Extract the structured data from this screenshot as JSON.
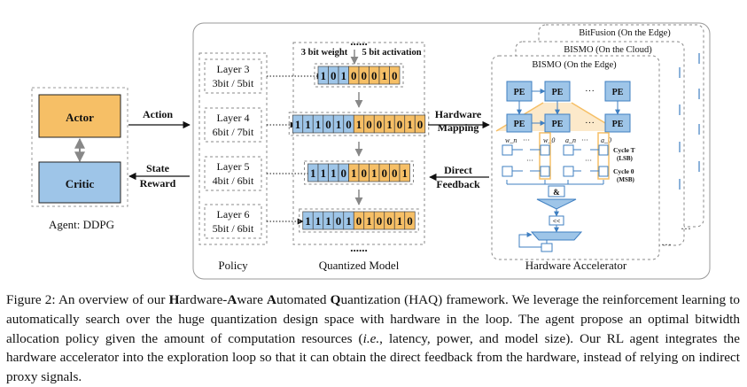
{
  "agent": {
    "actor": "Actor",
    "critic": "Critic",
    "label": "Agent: DDPG",
    "colors": {
      "actor": "#f6bf66",
      "critic": "#9ec5e8"
    }
  },
  "arrows": {
    "action": "Action",
    "state": "State",
    "reward": "Reward",
    "hardware_mapping_1": "Hardware",
    "hardware_mapping_2": "Mapping",
    "direct_feedback_1": "Direct",
    "direct_feedback_2": "Feedback"
  },
  "policy": {
    "title": "Policy",
    "layers": [
      {
        "name": "Layer 3",
        "bits": "3bit / 5bit"
      },
      {
        "name": "Layer 4",
        "bits": "6bit / 7bit"
      },
      {
        "name": "Layer 5",
        "bits": "4bit / 6bit"
      },
      {
        "name": "Layer 6",
        "bits": "5bit / 6bit"
      }
    ]
  },
  "model": {
    "title": "Quantized Model",
    "weight_label": "3 bit weight",
    "activation_label": "5 bit activation",
    "ellipsis": "......",
    "rows": [
      {
        "weight_bits": "101",
        "activation_bits": "00010"
      },
      {
        "weight_bits": "111010",
        "activation_bits": "1001010"
      },
      {
        "weight_bits": "1110",
        "activation_bits": "101001"
      },
      {
        "weight_bits": "11101",
        "activation_bits": "010010"
      }
    ],
    "colors": {
      "weight": "#9ec5e8",
      "activation": "#f6bf66"
    }
  },
  "hardware": {
    "title": "Hardware Accelerator",
    "cards": [
      "BitFusion (On the Edge)",
      "BISMO (On the Cloud)",
      "BISMO (On the Edge)"
    ],
    "pe_label": "PE",
    "dots": "···",
    "col_labels": [
      "w_n",
      "w_0",
      "a_n",
      "a_0"
    ],
    "cycle_t": "Cycle T",
    "cycle_t_sub": "(LSB)",
    "cycle_0": "Cycle 0",
    "cycle_0_sub": "(MSB)",
    "and_op": "&",
    "shift_op": "<<",
    "colors": {
      "pe": "#9ec5e8",
      "highlight": "#f6bf66",
      "wire": "#3f7fc1"
    }
  },
  "caption": {
    "label": "Figure 2:",
    "text_before": " An overview of our ",
    "hw_first": "H",
    "hw_rest": "ardware-",
    "aw_first": "A",
    "aw_rest": "ware ",
    "auto_first": "A",
    "auto_rest": "utomated ",
    "q_first": "Q",
    "q_rest": "uantization",
    "text_mid": " (HAQ) framework. We leverage the reinforcement learning to automatically search over the huge quantization design space with hardware in the loop. The agent propose an optimal bitwidth allocation policy given the amount of computation resources (",
    "ie": "i.e.",
    "text_after": ", latency, power, and model size). Our RL agent integrates the hardware accelerator into the exploration loop so that it can obtain the direct feedback from the hardware, instead of relying on indirect proxy signals."
  }
}
